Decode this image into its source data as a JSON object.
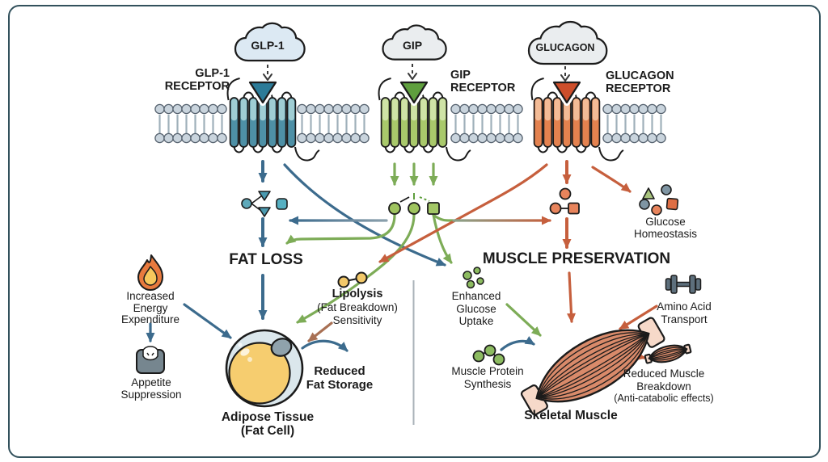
{
  "figure": {
    "type": "signaling-pathway-diagram",
    "hormones": [
      {
        "id": "glp1",
        "label": "GLP-1"
      },
      {
        "id": "gip",
        "label": "GIP"
      },
      {
        "id": "glucagon",
        "label": "GLUCAGON"
      }
    ],
    "receptors": {
      "glp1": "GLP-1\nRECEPTOR",
      "gip": "GIP\nRECEPTOR",
      "glucagon": "GLUCAGON\nRECEPTOR"
    },
    "outcomes": {
      "fat_loss": "FAT LOSS",
      "muscle_preservation": "MUSCLE PRESERVATION",
      "glucose_homeostasis": "Glucose\nHomeostasis"
    },
    "left_side": {
      "increased_energy": "Increased\nEnergy\nExpenditure",
      "appetite": "Appetite\nSuppression",
      "lipolysis_title": "Lipolysis",
      "lipolysis_sub": "(Fat Breakdown)\nSensitivity",
      "reduced_fat": "Reduced\nFat Storage",
      "adipose": "Adipose Tissue\n(Fat Cell)"
    },
    "right_side": {
      "enhanced_glucose": "Enhanced\nGlucose\nUptake",
      "muscle_protein": "Muscle Protein\nSynthesis",
      "skeletal": "Skeletal Muscle",
      "amino": "Amino Acid\nTransport",
      "reduced_muscle": "Reduced Muscle\nBreakdown",
      "anti_catabolic": "(Anti-catabolic effects)"
    },
    "icons": [
      "flame-icon",
      "weight-scale-icon",
      "dumbbell-icon",
      "fat-cell-illustration",
      "skeletal-muscle-illustration",
      "small-muscle-icon",
      "hormone-cloud",
      "lipolysis-molecule-icon",
      "glucose-molecules-icon",
      "protein-molecules-icon",
      "glucose-homeostasis-molecules-icon"
    ]
  },
  "colors": {
    "border": "#32515c",
    "ink": "#1b1b1b",
    "blue": "#3c6b8d",
    "green": "#7dac57",
    "orange": "#c65f3d",
    "brown": "#a87054",
    "divider": "#aab3b9",
    "mem_head": "#c9d4dd",
    "mem_head_stroke": "#55616e",
    "mem_tail": "#9fb0ba",
    "cloud_blue": "#dce9f3",
    "cloud_gray": "#eaedef",
    "glp1_main": "#4e90a6",
    "glp1_light": "#9fcdd3",
    "glp1_ligand": "#2c7b98",
    "gip_main": "#a9c96b",
    "gip_light": "#cfe3a6",
    "gip_ligand": "#5f9f3e",
    "gcg_main": "#e4824f",
    "gcg_light": "#f3bb96",
    "gcg_ligand": "#cd4e2b",
    "fat_outer": "#dbe7ec",
    "fat_droplet": "#f6cd6f",
    "nucleus": "#8fa2ac",
    "muscle_fill": "#d98a6a",
    "muscle_cap": "#f6d9c9",
    "icon_gray": "#76868f",
    "icon_gray2": "#5d6f7c",
    "yellow": "#f2c869",
    "mol_teal": "#5fa9ba",
    "mol_green": "#9fc45f",
    "mol_orange": "#e8845c",
    "mol_slate": "#7f95a3",
    "flame_outer": "#e87a3e",
    "flame_inner": "#f7c85d"
  }
}
